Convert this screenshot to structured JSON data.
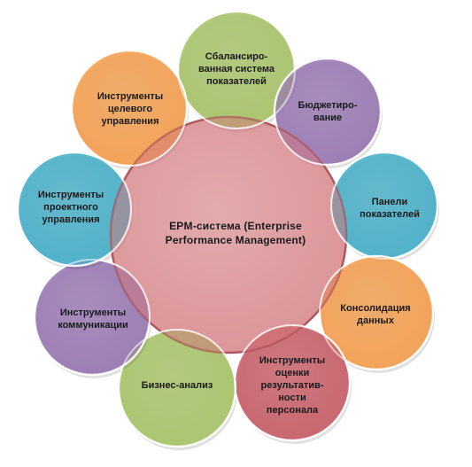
{
  "diagram": {
    "center": {
      "text": "EPM-система  (Enterprise\nPerformance Management)"
    },
    "nodes": [
      {
        "text": "Сбалансиро-\nванная  система\nпоказателей",
        "color": "#a9c46c"
      },
      {
        "text": "Бюджетиро-\nвание",
        "color": "#9a7bb4"
      },
      {
        "text": "Панели\nпоказателей",
        "color": "#4bb0c8"
      },
      {
        "text": "Консолидация\nданных",
        "color": "#f3a054"
      },
      {
        "text": "Инструменты\nоценки\nрезультатив-\nности\nперсонала",
        "color": "#c8626b"
      },
      {
        "text": "Бизнес-анализ",
        "color": "#a9c46c"
      },
      {
        "text": "Инструменты\nкоммуникации",
        "color": "#9a7bb4"
      },
      {
        "text": "Инструменты\nпроектного\nуправления",
        "color": "#4bb0c8"
      },
      {
        "text": "Инструменты\nцелевого\nуправления",
        "color": "#f3a054"
      }
    ],
    "colors": {
      "center_fill": "#d27b7f",
      "center_stroke": "#b0585e"
    }
  }
}
